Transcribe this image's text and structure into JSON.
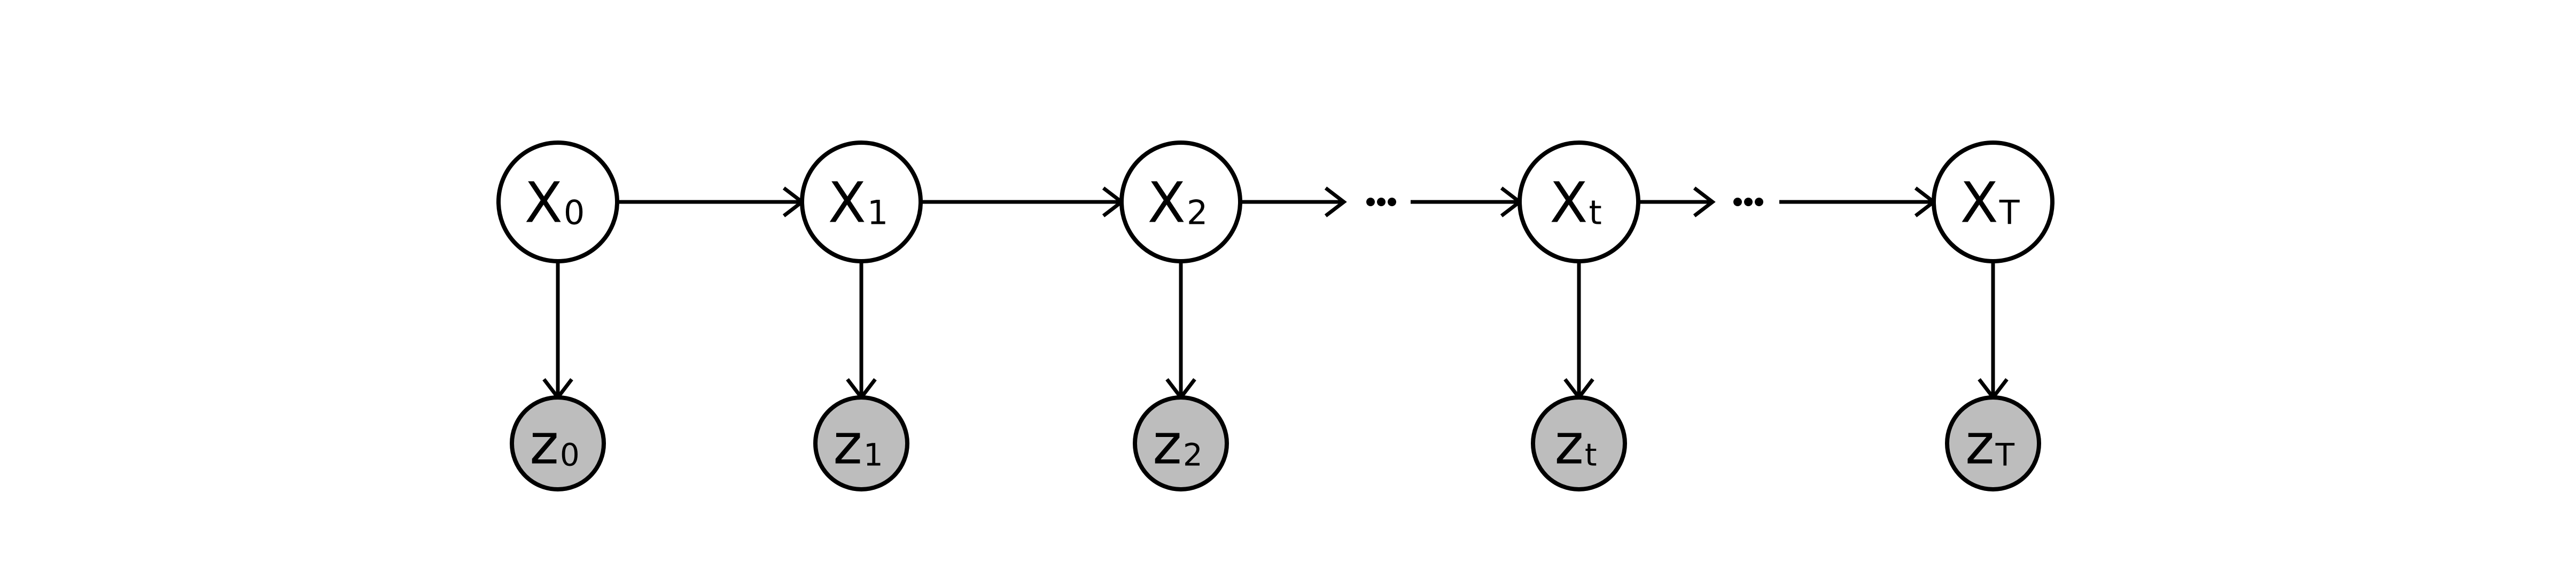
{
  "colors": {
    "hidden_fill": "#ffffff",
    "observed_fill": "#bdbdbd",
    "stroke": "#000000"
  },
  "hidden_states": [
    {
      "id": "x0",
      "letter": "X",
      "sub": "0"
    },
    {
      "id": "x1",
      "letter": "X",
      "sub": "1"
    },
    {
      "id": "x2",
      "letter": "X",
      "sub": "2"
    },
    {
      "id": "xt",
      "letter": "X",
      "sub": "t"
    },
    {
      "id": "xT",
      "letter": "X",
      "sub": "T"
    }
  ],
  "observations": [
    {
      "id": "z0",
      "letter": "z",
      "sub": "0"
    },
    {
      "id": "z1",
      "letter": "z",
      "sub": "1"
    },
    {
      "id": "z2",
      "letter": "z",
      "sub": "2"
    },
    {
      "id": "zt",
      "letter": "z",
      "sub": "t"
    },
    {
      "id": "zT",
      "letter": "z",
      "sub": "T"
    }
  ],
  "gap_markers": [
    {
      "id": "gap-1",
      "text": "..."
    },
    {
      "id": "gap-2",
      "text": "..."
    }
  ]
}
